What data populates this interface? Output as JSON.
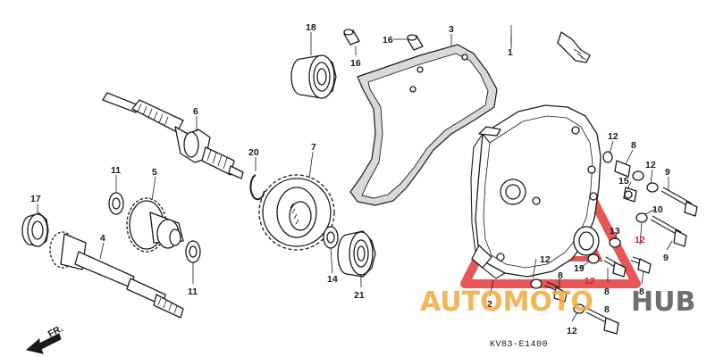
{
  "diagram": {
    "code": "KV83-E1400",
    "direction_label": "FR.",
    "callouts": [
      {
        "id": "c1",
        "text": "1"
      },
      {
        "id": "c2",
        "text": "2"
      },
      {
        "id": "c3",
        "text": "3"
      },
      {
        "id": "c4",
        "text": "4"
      },
      {
        "id": "c5",
        "text": "5"
      },
      {
        "id": "c6",
        "text": "6"
      },
      {
        "id": "c7",
        "text": "7"
      },
      {
        "id": "c8a",
        "text": "8"
      },
      {
        "id": "c8b",
        "text": "8"
      },
      {
        "id": "c8c",
        "text": "8"
      },
      {
        "id": "c8d",
        "text": "8"
      },
      {
        "id": "c8e",
        "text": "8"
      },
      {
        "id": "c9a",
        "text": "9"
      },
      {
        "id": "c9b",
        "text": "9"
      },
      {
        "id": "c10",
        "text": "10"
      },
      {
        "id": "c11a",
        "text": "11"
      },
      {
        "id": "c11b",
        "text": "11"
      },
      {
        "id": "c12a",
        "text": "12"
      },
      {
        "id": "c12b",
        "text": "12"
      },
      {
        "id": "c12c",
        "text": "12"
      },
      {
        "id": "c12d",
        "text": "12"
      },
      {
        "id": "c12e",
        "text": "12"
      },
      {
        "id": "c12f",
        "text": "12"
      },
      {
        "id": "c13",
        "text": "13"
      },
      {
        "id": "c14",
        "text": "14"
      },
      {
        "id": "c15",
        "text": "15"
      },
      {
        "id": "c16a",
        "text": "16"
      },
      {
        "id": "c16b",
        "text": "16"
      },
      {
        "id": "c17",
        "text": "17"
      },
      {
        "id": "c18",
        "text": "18"
      },
      {
        "id": "c19",
        "text": "19"
      },
      {
        "id": "c20",
        "text": "20"
      },
      {
        "id": "c21",
        "text": "21"
      }
    ]
  },
  "watermark": {
    "text_auto": "AUTOMOTO",
    "text_hub": "HUB",
    "color_red": "#e02020",
    "color_orange": "#f2a93b",
    "color_gray": "#555555"
  }
}
